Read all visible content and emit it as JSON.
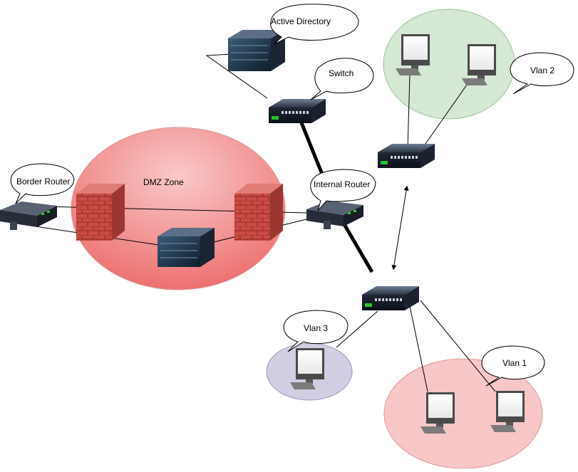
{
  "labels": {
    "active_directory": "Active Directory",
    "switch": "Switch",
    "vlan2": "Vlan 2",
    "border_router": "Border Router",
    "dmz_zone": "DMZ Zone",
    "internal_router": "Internal Router",
    "vlan3": "Vlan 3",
    "vlan1": "Vlan 1"
  },
  "colors": {
    "dmz_fill": "#f08a8a",
    "vlan1_fill": "#f7c6c6",
    "vlan2_fill": "#d5e8d4",
    "vlan3_fill": "#d0cee2"
  },
  "icons": [
    "server-icon",
    "switch-icon",
    "router-icon",
    "firewall-icon",
    "monitor-icon"
  ]
}
